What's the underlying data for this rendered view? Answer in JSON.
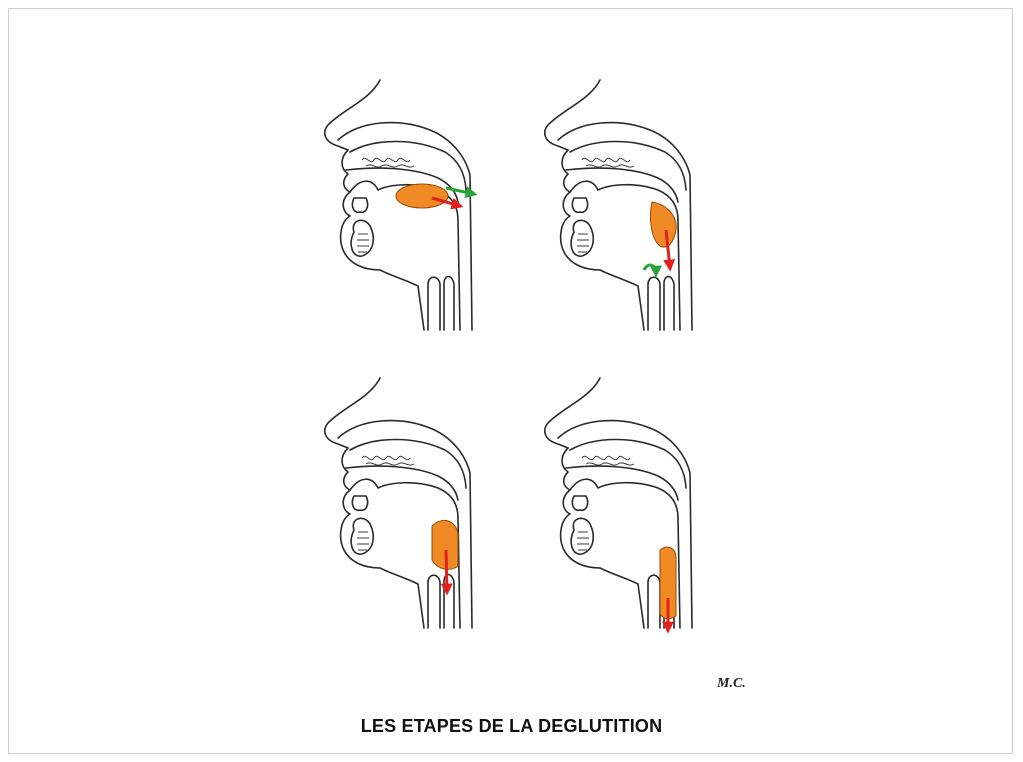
{
  "figure": {
    "title": "LES ETAPES DE LA DEGLUTITION",
    "signature": "M.C.",
    "colors": {
      "bolus": "#f08a24",
      "arrow_red": "#e3211c",
      "arrow_green": "#2aa33a",
      "line": "#2a2a2a"
    },
    "panels": [
      {
        "id": "panel-1",
        "arrows": [
          "red",
          "green"
        ]
      },
      {
        "id": "panel-2",
        "arrows": [
          "red",
          "green"
        ]
      },
      {
        "id": "panel-3",
        "arrows": [
          "red"
        ]
      },
      {
        "id": "panel-4",
        "arrows": [
          "red"
        ]
      }
    ]
  }
}
